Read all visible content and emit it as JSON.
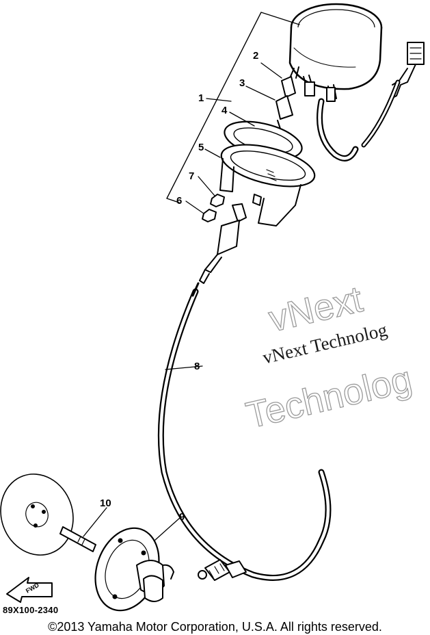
{
  "diagram": {
    "callouts": [
      "1",
      "2",
      "3",
      "4",
      "5",
      "6",
      "7",
      "8",
      "9",
      "10"
    ],
    "direction_label": "FWD",
    "reference_code": "89X100-2340",
    "copyright": "©2013 Yamaha Motor Corporation, U.S.A. All rights reserved."
  },
  "watermark": {
    "line1": "vNext Technolog",
    "outline_line1": "vNext",
    "outline_line2": "Technolog"
  }
}
